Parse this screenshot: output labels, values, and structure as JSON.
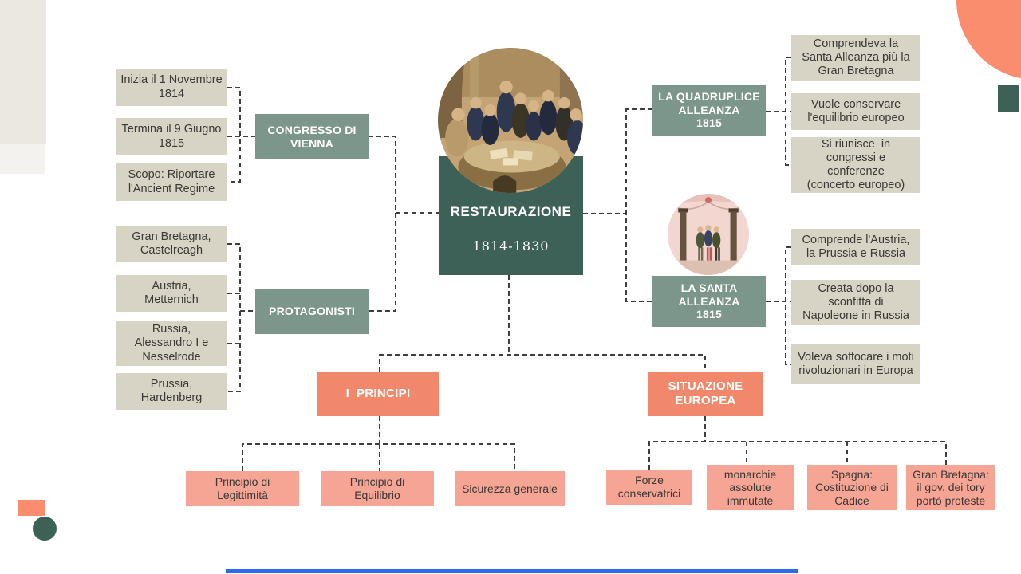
{
  "palette": {
    "dark_green": "#3D6156",
    "sage_green": "#7D968C",
    "beige": "#D7D3C5",
    "coral": "#F1886C",
    "pink": "#F6A494",
    "accent_blue": "#2D68F4",
    "text_dark": "#3A3935",
    "connector_line": "#3E3E3C"
  },
  "center": {
    "title": "RESTAURAZIONE",
    "subtitle": "1814-1830"
  },
  "branches": {
    "congresso": {
      "label": "CONGRESSO DI\nVIENNA",
      "children": [
        "Inizia il 1 Novembre\n1814",
        "Termina il 9 Giugno\n1815",
        "Scopo: Riportare\nl'Ancient Regime"
      ]
    },
    "protagonisti": {
      "label": "PROTAGONISTI",
      "children": [
        "Gran Bretagna,\nCastelreagh",
        "Austria,\nMetternich",
        "Russia,\nAlessandro I e\nNesselrode",
        "Prussia,\nHardenberg"
      ]
    },
    "quadruplice": {
      "label": "LA QUADRUPLICE\nALLEANZA\n1815",
      "children": [
        "Comprendeva la\nSanta Alleanza più la\nGran Bretagna",
        "Vuole conservare\nl'equilibrio europeo",
        "Si riunisce  in\ncongressi e\nconferenze\n(concerto europeo)"
      ]
    },
    "santa": {
      "label": "LA SANTA\nALLEANZA\n1815",
      "children": [
        "Comprende l'Austria,\nla Prussia e Russia",
        "Creata dopo la\nsconfitta di\nNapoleone in Russia",
        "Voleva soffocare i moti\nrivoluzionari in Europa"
      ]
    },
    "principi": {
      "label": "I  PRINCIPI",
      "children": [
        "Principio di\nLegittimità",
        "Principio di\nEquilibrio",
        "Sicurezza generale"
      ]
    },
    "situazione": {
      "label": "SITUAZIONE\nEUROPEA",
      "children": [
        "Forze\nconservatrici",
        "monarchie\nassolute\nimmutate",
        "Spagna:\nCostituzione di\nCadice",
        "Gran Bretagna:\nil gov. dei tory\nportò proteste"
      ]
    }
  },
  "images": {
    "vienna": "congress-of-vienna-engraving",
    "santa_alleanza": "holy-alliance-painting"
  }
}
